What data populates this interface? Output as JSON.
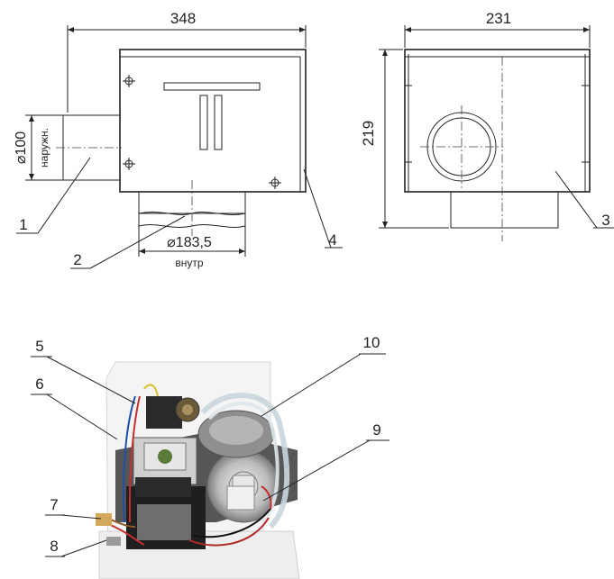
{
  "dimensions": {
    "front_width": "348",
    "side_width": "231",
    "height": "219",
    "inlet_diameter": "⌀100",
    "inlet_note": "наружн.",
    "outlet_diameter": "⌀183,5",
    "outlet_note": "внутр"
  },
  "callouts": [
    "1",
    "2",
    "3",
    "4",
    "5",
    "6",
    "7",
    "8",
    "9",
    "10"
  ],
  "photo": {
    "description_icon": "burner-assembly-photo"
  }
}
